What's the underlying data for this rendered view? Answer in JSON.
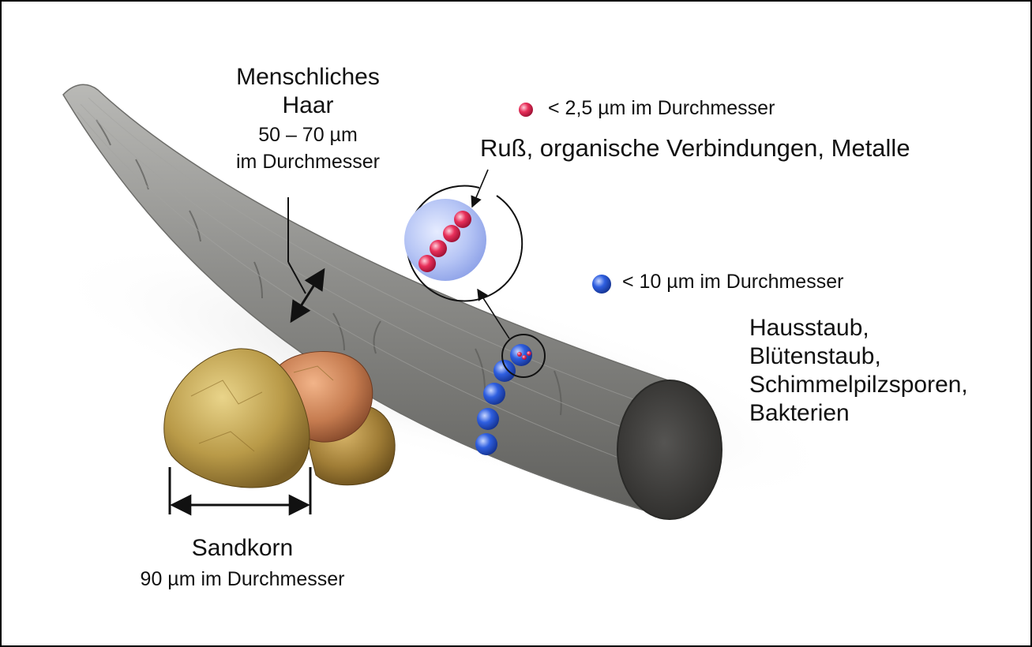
{
  "hair": {
    "line1": "Menschliches",
    "line2": "Haar",
    "size": "50 – 70 µm",
    "unit": "im Durchmesser"
  },
  "pm25": {
    "size": "< 2,5 µm im Durchmesser",
    "description": "Ruß, organische Verbindungen, Metalle",
    "color": "#e8305a"
  },
  "pm10": {
    "size": "< 10 µm im Durchmesser",
    "description": [
      "Hausstaub,",
      "Blütenstaub,",
      "Schimmelpilzsporen,",
      "Bakterien"
    ],
    "color": "#2f5fe0"
  },
  "sand": {
    "name": "Sandkorn",
    "size": "90 µm im Durchmesser"
  }
}
